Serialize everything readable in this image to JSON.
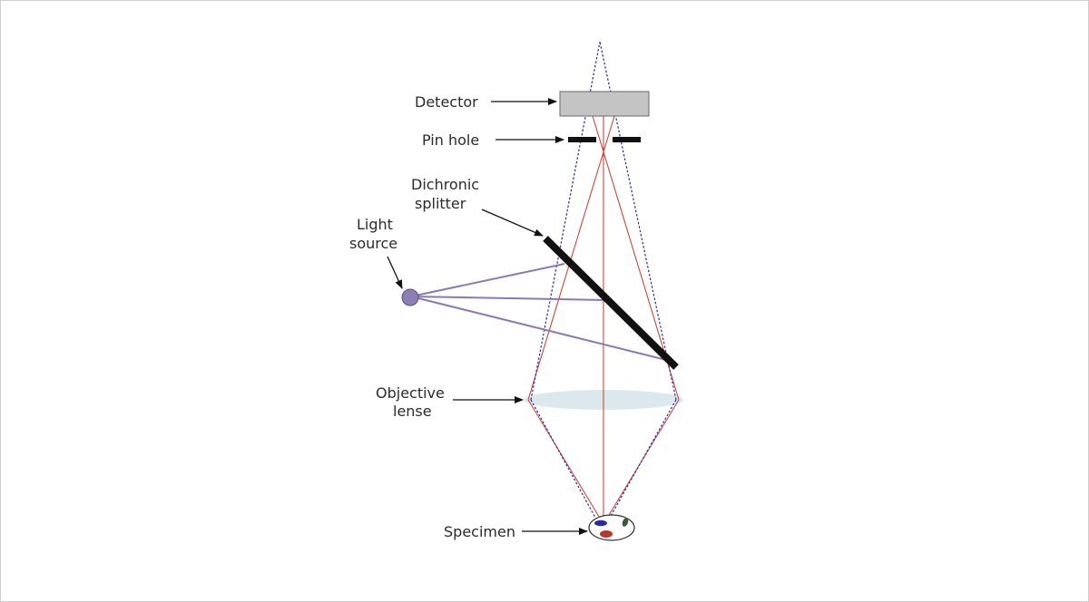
{
  "labels": {
    "detector": "Detector",
    "pin_hole": "Pin hole",
    "dichronic_line1": "Dichronic",
    "dichronic_line2": "splitter",
    "light_line1": "Light",
    "light_line2": "source",
    "objective_line1": "Objective",
    "objective_line2": "lense",
    "specimen": "Specimen"
  },
  "colors": {
    "detector_fill": "#c4c4c4",
    "detector_stroke": "#6a6a6a",
    "pinhole": "#111111",
    "splitter": "#111111",
    "light_source_fill": "#8b7fb4",
    "light_ray": "#8a7ab0",
    "red_ray": "#d2443a",
    "blue_ray": "#2c2aa6",
    "lens_fill": "#dbe9ef",
    "arrow": "#111111"
  }
}
